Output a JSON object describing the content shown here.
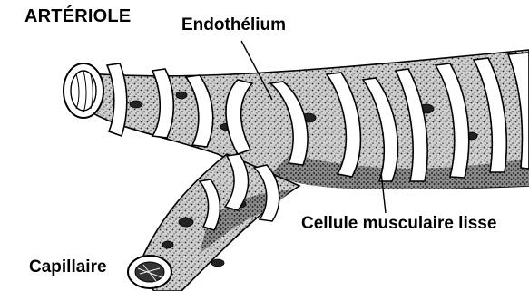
{
  "title": "ARTÉRIOLE",
  "labels": {
    "endothelium": "Endothélium",
    "smooth_muscle": "Cellule musculaire lisse",
    "capillary": "Capillaire"
  },
  "colors": {
    "ink": "#000000",
    "vessel_fill": "#ffffff",
    "stipple": "#1a1a1a"
  }
}
